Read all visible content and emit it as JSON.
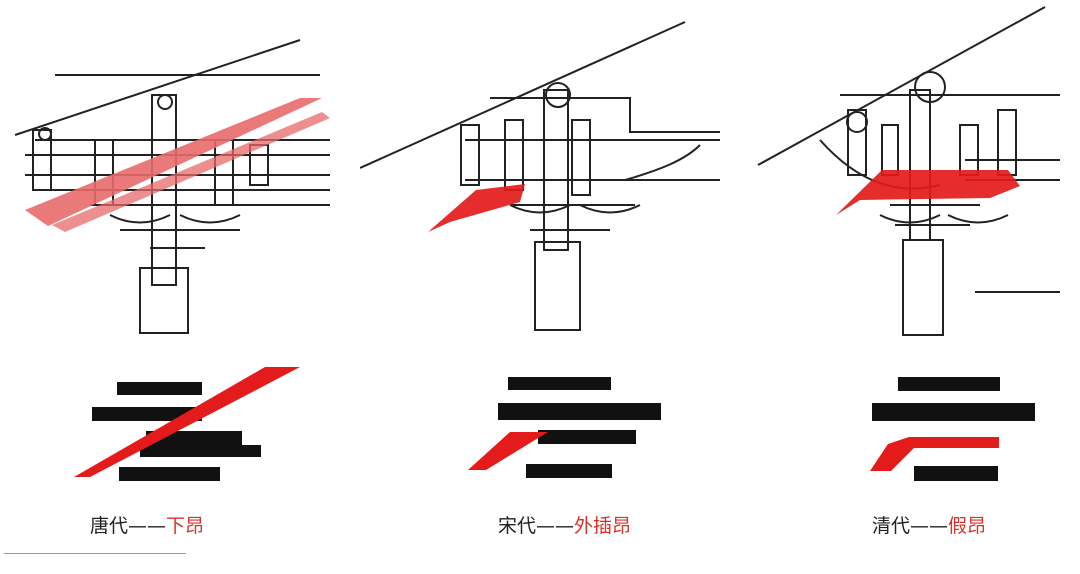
{
  "colors": {
    "ink": "#222222",
    "accent": "#e31b1b",
    "accent_soft": "#e86a6a",
    "caption_accent": "#d8312a"
  },
  "panels": [
    {
      "dynasty": "唐代",
      "separator": "——",
      "term": "下昂"
    },
    {
      "dynasty": "宋代",
      "separator": "——",
      "term": "外插昂"
    },
    {
      "dynasty": "清代",
      "separator": "——",
      "term": "假昂"
    }
  ]
}
